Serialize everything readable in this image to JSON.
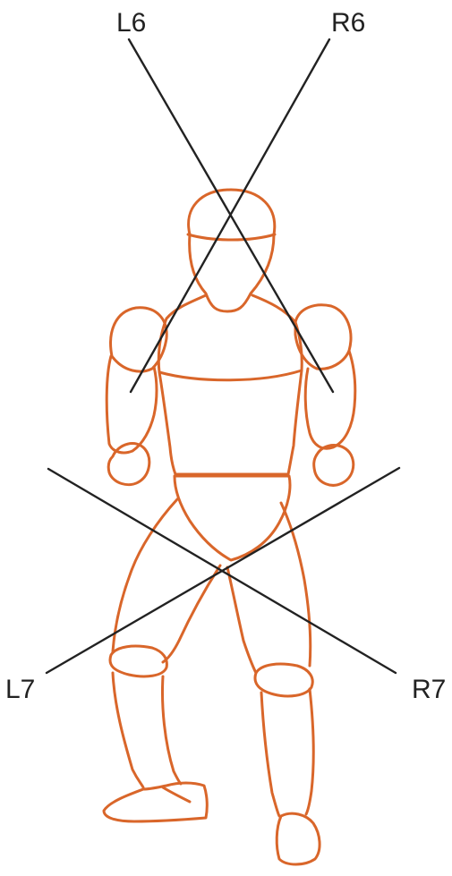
{
  "labels": {
    "l6": "L6",
    "r6": "R6",
    "l7": "L7",
    "r7": "R7"
  },
  "colors": {
    "figure_outline": "#d9662a",
    "lines": "#222222",
    "text": "#222222",
    "background": "#ffffff"
  }
}
